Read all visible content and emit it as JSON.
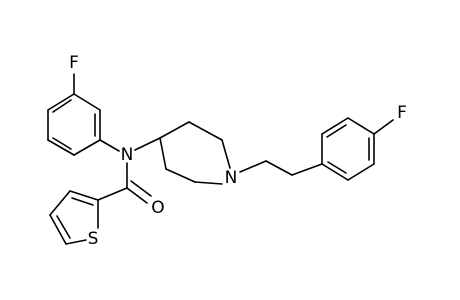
{
  "colors": {
    "bond": "#000000",
    "label": "#000000",
    "background": "#ffffff"
  },
  "atoms": {
    "f_top": "F",
    "n_amide": "N",
    "n_piperidine": "N",
    "f_right": "F",
    "o_carbonyl": "O",
    "s_thiophene": "S"
  }
}
